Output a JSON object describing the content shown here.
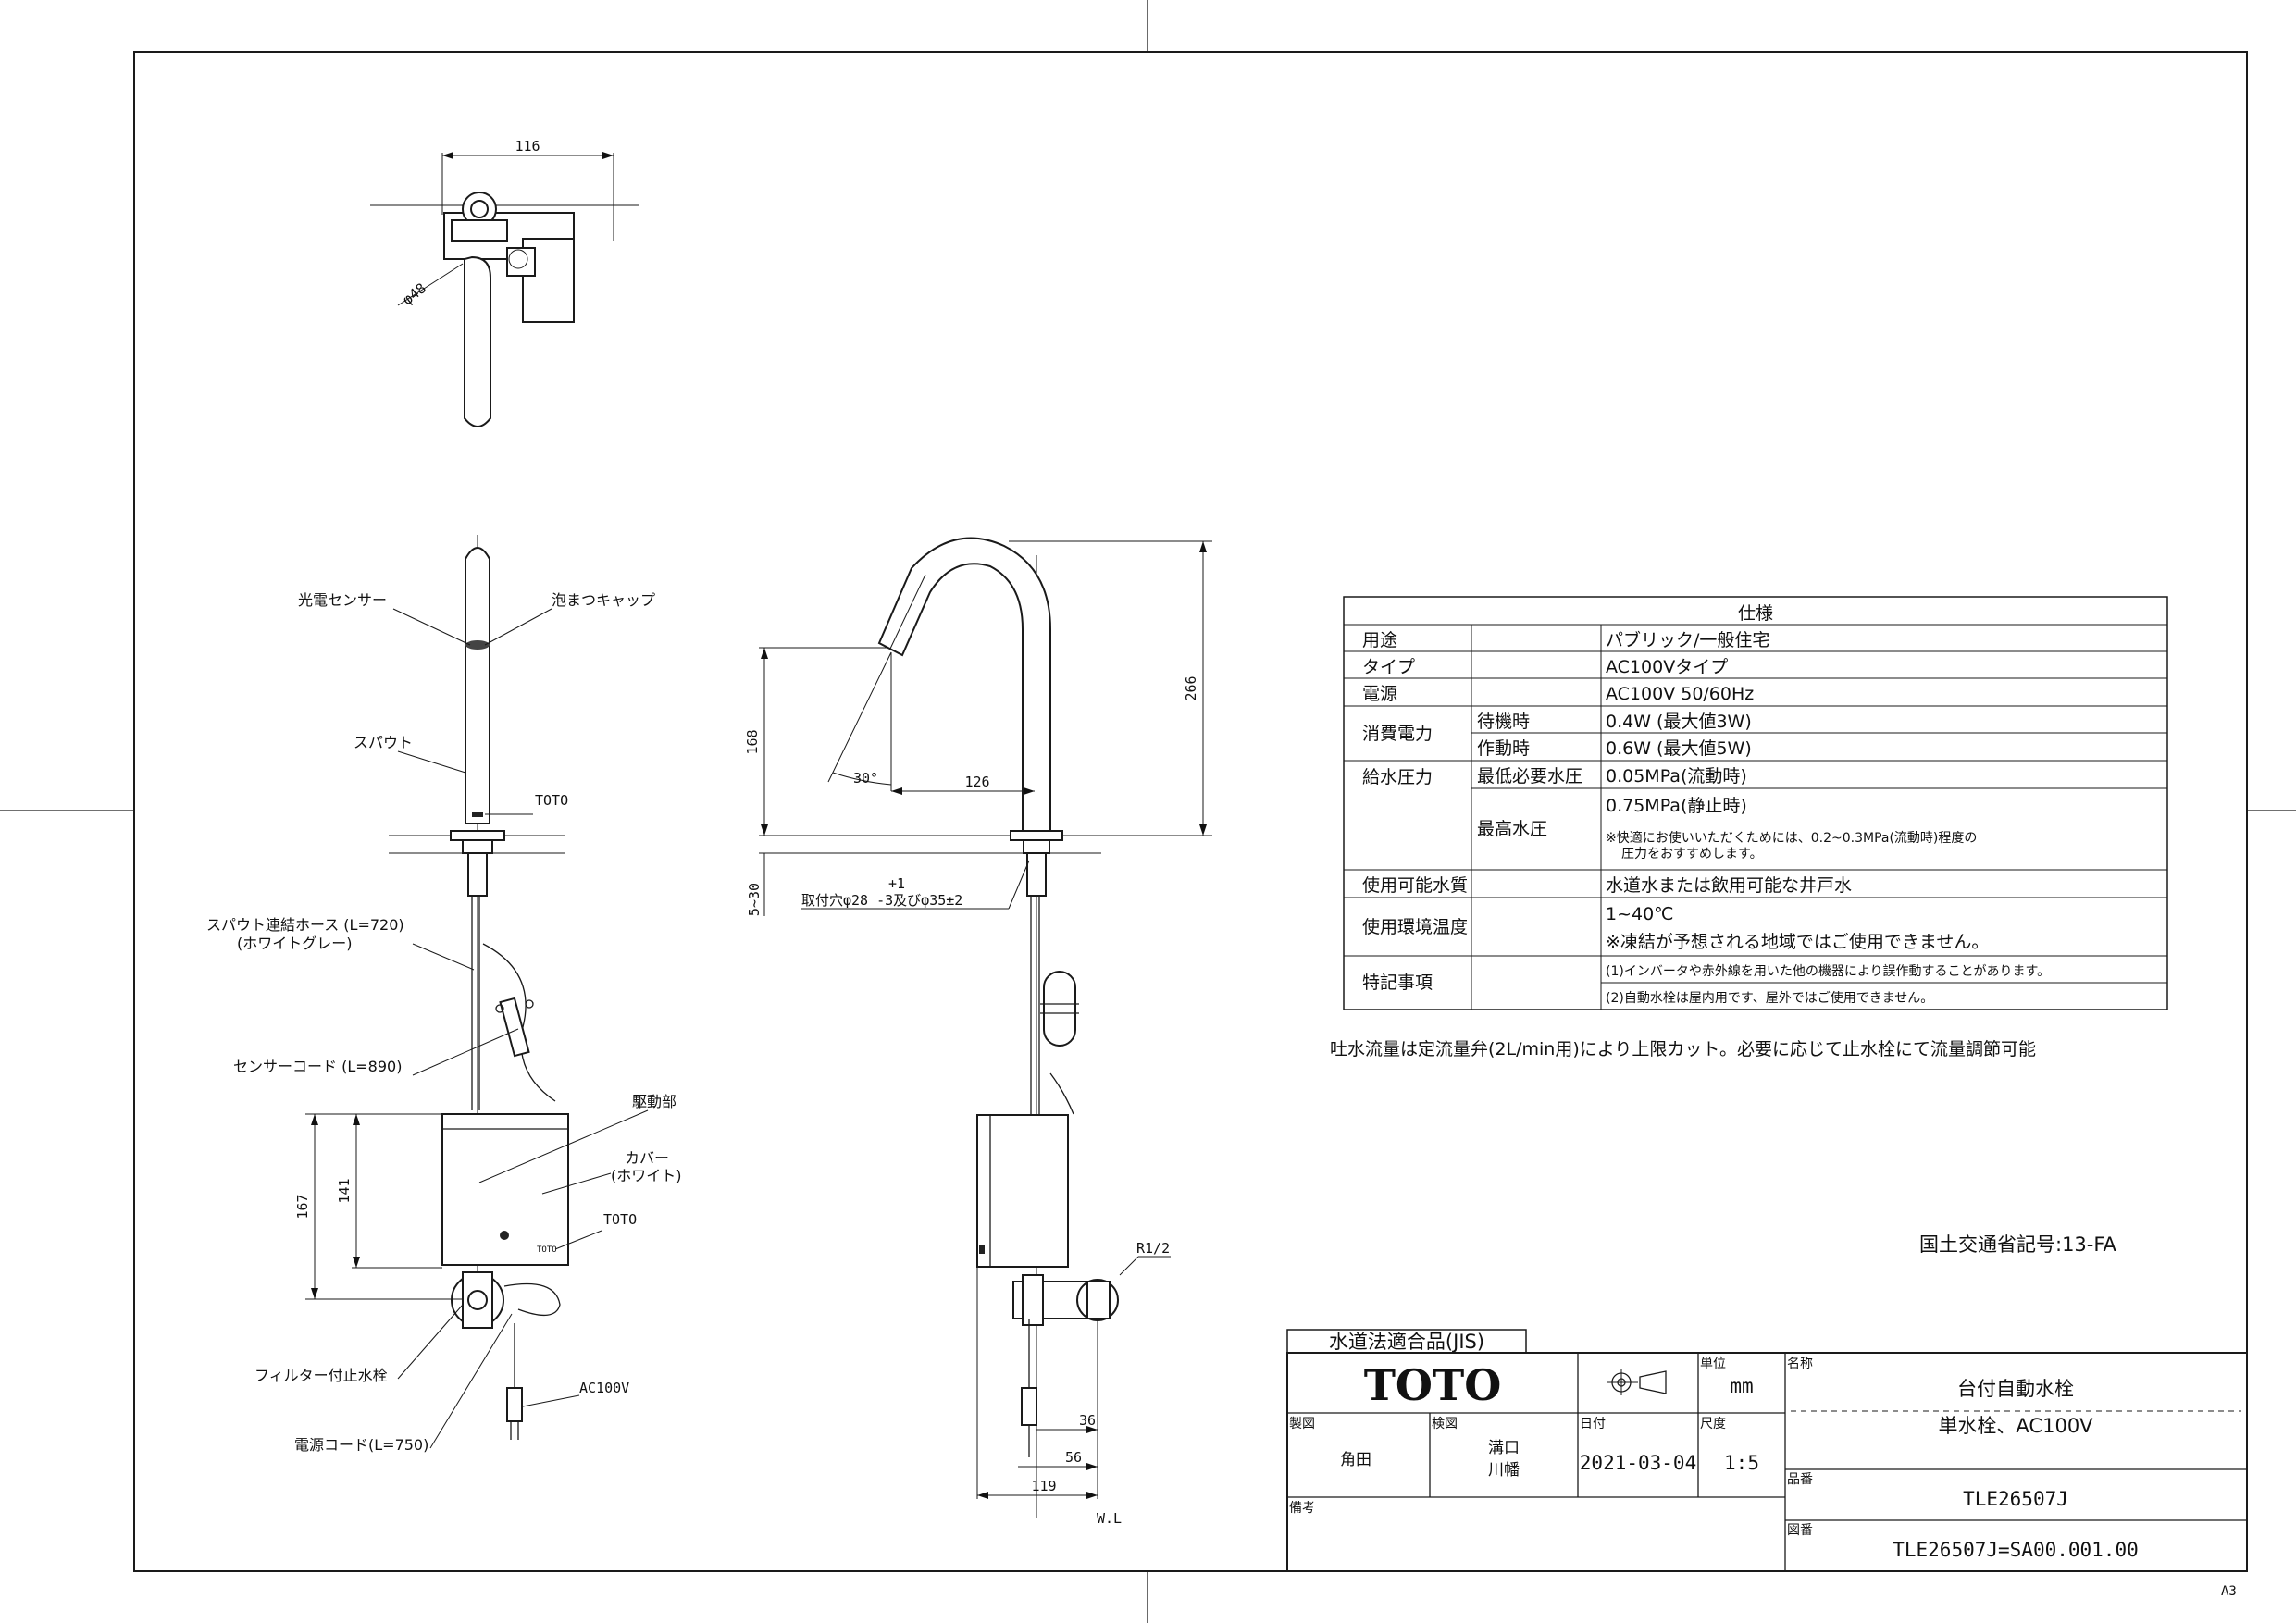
{
  "top_view": {
    "width_dim": "116",
    "pipe_dim": "φ48"
  },
  "side_view": {
    "labels": {
      "photo_sensor": "光電センサー",
      "aerator_cap": "泡まつキャップ",
      "spout": "スパウト",
      "toto_mark": "TOTO",
      "hose": "スパウト連結ホース (L=720)",
      "hose_color": "(ホワイトグレー)",
      "sensor_cord": "センサーコード (L=890)",
      "drive_unit": "駆動部",
      "cover": "カバー",
      "cover_color": "(ホワイト)",
      "toto_mark2": "TOTO",
      "filter_valve": "フィルター付止水栓",
      "ac100v": "AC100V",
      "power_cord": "電源コード(L=750)"
    },
    "dims": {
      "d167": "167",
      "d141": "141"
    }
  },
  "front_view": {
    "dims": {
      "d168": "168",
      "d266": "266",
      "angle": "30°",
      "d126": "126",
      "range": "5~30",
      "hole": "取付穴φ28 -3及びφ35±2",
      "hole_tol": "+1",
      "thread": "R1/2",
      "d36": "36",
      "d56": "56",
      "d119": "119",
      "wl": "W.L"
    }
  },
  "spec_table": {
    "title": "仕様",
    "rows": [
      {
        "label": "用途",
        "value": "パブリック/一般住宅"
      },
      {
        "label": "タイプ",
        "value": "AC100Vタイプ"
      },
      {
        "label": "電源",
        "value": "AC100V 50/60Hz"
      }
    ],
    "power": {
      "label": "消費電力",
      "standby_label": "待機時",
      "standby": "0.4W (最大値3W)",
      "active_label": "作動時",
      "active": "0.6W (最大値5W)"
    },
    "pressure": {
      "label": "給水圧力",
      "min_label": "最低必要水圧",
      "min": "0.05MPa(流動時)",
      "max_label": "最高水圧",
      "max": "0.75MPa(静止時)",
      "note1": "※快適にお使いいただくためには、0.2~0.3MPa(流動時)程度の",
      "note2": "圧力をおすすめします。"
    },
    "water": {
      "label": "使用可能水質",
      "value": "水道水または飲用可能な井戸水"
    },
    "temp": {
      "label": "使用環境温度",
      "value": "1~40℃",
      "note": "※凍結が予想される地域ではご使用できません。"
    },
    "special": {
      "label": "特記事項",
      "note1": "(1)インバータや赤外線を用いた他の機器により誤作動することがあります。",
      "note2": "(2)自動水栓は屋内用です、屋外ではご使用できません。"
    }
  },
  "flow_note": "吐水流量は定流量弁(2L/min用)により上限カット。必要に応じて止水栓にて流量調節可能",
  "mlit_code": "国土交通省記号:13-FA",
  "title_block": {
    "jis": "水道法適合品(JIS)",
    "brand": "TOTO",
    "unit_label": "単位",
    "unit": "mm",
    "name_label": "名称",
    "name": "台付自動水栓",
    "subname": "単水栓、AC100V",
    "drawn_label": "製図",
    "drawn": "角田",
    "checked_label": "検図",
    "checked1": "溝口",
    "checked2": "川幡",
    "date_label": "日付",
    "date": "2021-03-04",
    "scale_label": "尺度",
    "scale": "1:5",
    "part_label": "品番",
    "part": "TLE26507J",
    "remarks_label": "備考",
    "drawing_label": "図番",
    "drawing": "TLE26507J=SA00.001.00"
  },
  "sheet_size": "A3"
}
